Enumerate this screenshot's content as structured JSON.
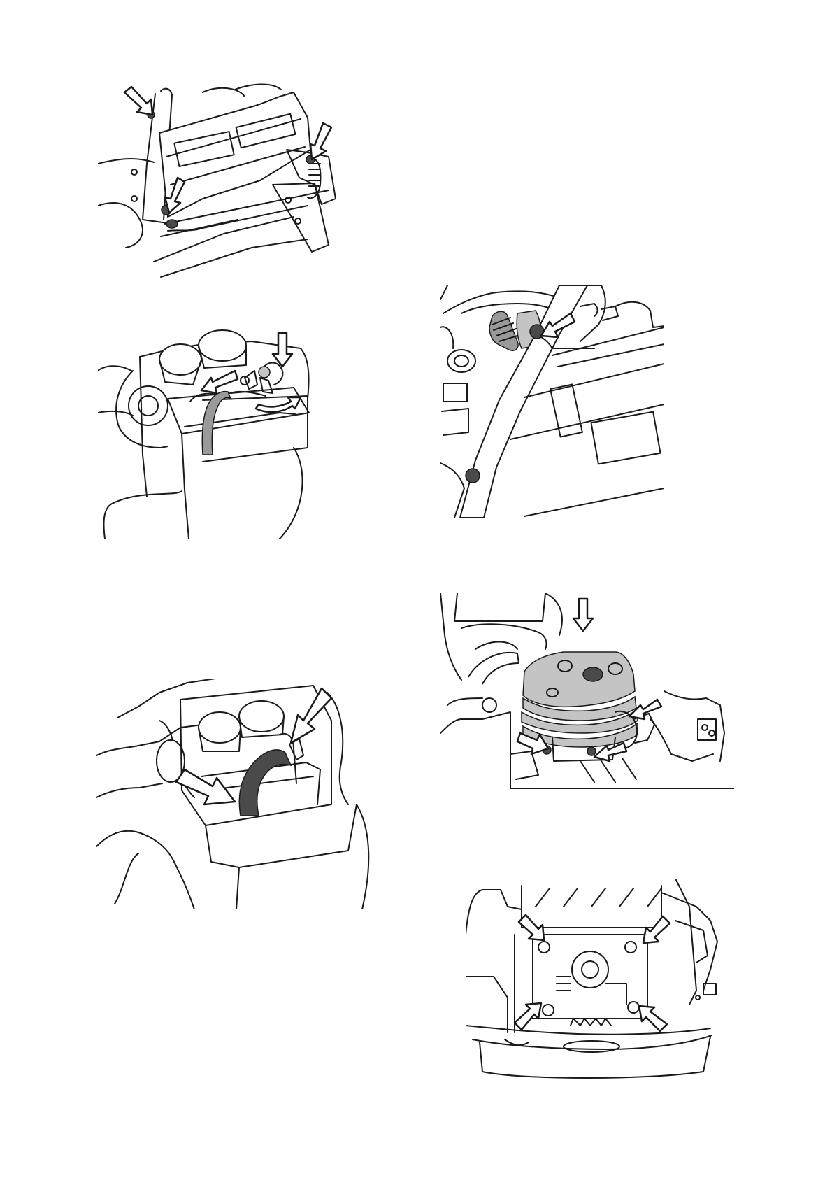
{
  "page": {
    "figures": [
      {
        "id": "fig-a",
        "subject": "cover-screws-arrows"
      },
      {
        "id": "fig-b",
        "subject": "throttle-link-rotate"
      },
      {
        "id": "fig-c",
        "subject": "hose-removal"
      },
      {
        "id": "fig-d",
        "subject": "handle-bolt"
      },
      {
        "id": "fig-e",
        "subject": "cylinder-bolts"
      },
      {
        "id": "fig-f",
        "subject": "crankcase-bolts"
      }
    ]
  },
  "colors": {
    "line": "#1a1a1a",
    "dark_part": "#4a4a4a",
    "mid_part": "#9a9a9a",
    "light_part": "#c4c4c4",
    "background": "#ffffff"
  }
}
